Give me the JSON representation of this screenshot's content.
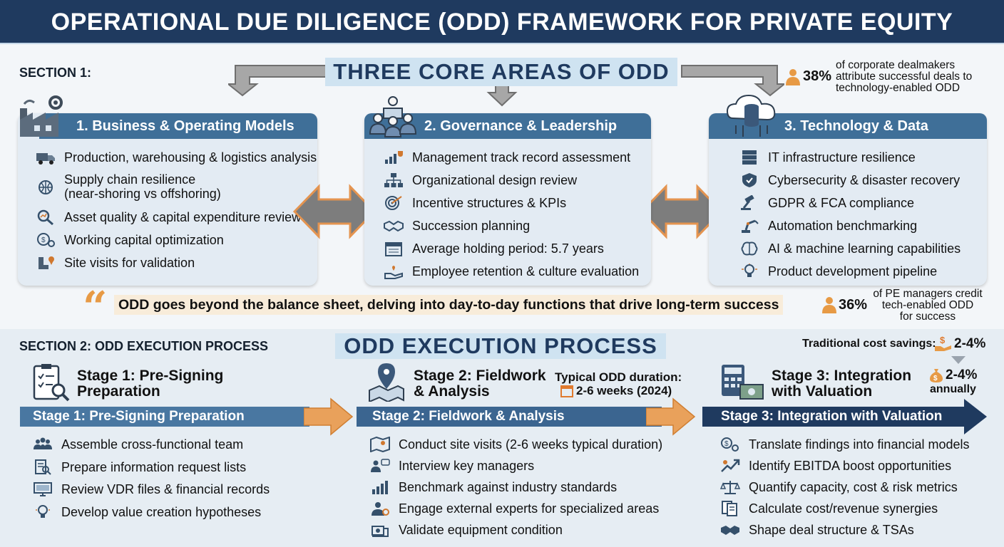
{
  "title": "OPERATIONAL DUE DILIGENCE (ODD) FRAMEWORK FOR PRIVATE EQUITY",
  "section1": {
    "label": "SECTION 1:",
    "banner": "THREE CORE AREAS OF ODD",
    "stat_top": {
      "pct": "38%",
      "text": [
        "of corporate dealmakers",
        "attribute successful deals to",
        "technology-enabled ODD"
      ]
    },
    "cards": [
      {
        "title": "1. Business & Operating Models",
        "items": [
          {
            "icon": "truck-icon",
            "label": "Production, warehousing & logistics analysis"
          },
          {
            "icon": "globe-refresh-icon",
            "label": "Supply chain resilience",
            "label2": "(near-shoring vs offshoring)"
          },
          {
            "icon": "magnifier-chart-icon",
            "label": "Asset quality & capital expenditure review"
          },
          {
            "icon": "coins-gear-icon",
            "label": "Working capital optimization"
          },
          {
            "icon": "boot-pin-icon",
            "label": "Site visits for validation"
          }
        ]
      },
      {
        "title": "2. Governance & Leadership",
        "items": [
          {
            "icon": "chart-trophy-icon",
            "label": "Management track record assessment"
          },
          {
            "icon": "org-chart-icon",
            "label": "Organizational design review"
          },
          {
            "icon": "target-icon",
            "label": "Incentive structures & KPIs"
          },
          {
            "icon": "handshake-icon",
            "label": "Succession planning"
          },
          {
            "icon": "calendar-icon",
            "label": "Average holding period: 5.7 years"
          },
          {
            "icon": "hand-heart-icon",
            "label": "Employee retention & culture evaluation"
          }
        ]
      },
      {
        "title": "3. Technology & Data",
        "items": [
          {
            "icon": "server-icon",
            "label": "IT infrastructure resilience"
          },
          {
            "icon": "shield-icon",
            "label": "Cybersecurity & disaster recovery"
          },
          {
            "icon": "gavel-icon",
            "label": "GDPR & FCA compliance"
          },
          {
            "icon": "robot-arm-icon",
            "label": "Automation benchmarking"
          },
          {
            "icon": "brain-icon",
            "label": "AI & machine learning capabilities"
          },
          {
            "icon": "lightbulb-icon",
            "label": "Product development pipeline"
          }
        ]
      }
    ],
    "quote": "ODD goes beyond the balance sheet, delving into day-to-day functions that drive long-term success",
    "stat_bottom": {
      "pct": "36%",
      "text": [
        "of PE managers credit",
        "tech-enabled ODD",
        "for success"
      ]
    }
  },
  "section2": {
    "label": "SECTION 2: ODD EXECUTION PROCESS",
    "banner": "ODD EXECUTION PROCESS",
    "cost_label": "Traditional cost savings:",
    "cost_value": "2-4%",
    "annual_value": "2-4%",
    "annual_label": "annually",
    "duration_label": "Typical ODD duration:",
    "duration_value": "2-6 weeks (2024)",
    "stages": [
      {
        "title1": "Stage 1: Pre-Signing",
        "title2": "Preparation",
        "bar": "Stage 1: Pre-Signing Preparation",
        "steps": [
          {
            "icon": "team-icon",
            "label": "Assemble cross-functional team"
          },
          {
            "icon": "list-search-icon",
            "label": "Prepare information request lists"
          },
          {
            "icon": "monitor-icon",
            "label": "Review VDR files & financial records"
          },
          {
            "icon": "idea-icon",
            "label": "Develop value creation hypotheses"
          }
        ]
      },
      {
        "title1": "Stage 2: Fieldwork",
        "title2": "& Analysis",
        "bar": "Stage 2: Fieldwork & Analysis",
        "steps": [
          {
            "icon": "map-icon",
            "label": "Conduct site visits (2-6 weeks typical duration)"
          },
          {
            "icon": "interview-icon",
            "label": "Interview key managers"
          },
          {
            "icon": "bar-chart-icon",
            "label": "Benchmark against industry standards"
          },
          {
            "icon": "expert-icon",
            "label": "Engage external experts for specialized areas"
          },
          {
            "icon": "machine-icon",
            "label": "Validate equipment condition"
          }
        ]
      },
      {
        "title1": "Stage 3: Integration",
        "title2": "with Valuation",
        "bar": "Stage 3: Integration with Valuation",
        "steps": [
          {
            "icon": "dollar-gears-icon",
            "label": "Translate findings into financial models"
          },
          {
            "icon": "growth-icon",
            "label": "Identify EBITDA boost opportunities"
          },
          {
            "icon": "scales-icon",
            "label": "Quantify capacity, cost & risk metrics"
          },
          {
            "icon": "documents-icon",
            "label": "Calculate cost/revenue synergies"
          },
          {
            "icon": "deal-handshake-icon",
            "label": "Shape deal structure & TSAs"
          }
        ]
      }
    ]
  }
}
